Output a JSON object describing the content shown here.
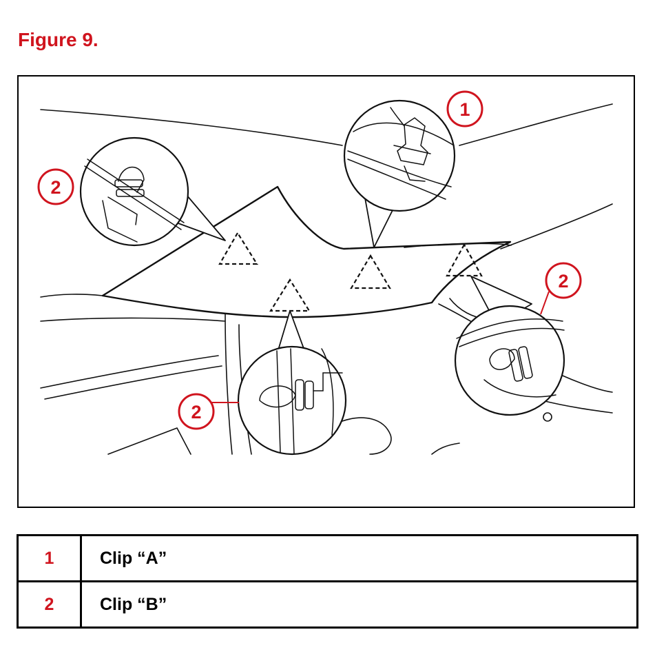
{
  "figure": {
    "title": "Figure 9.",
    "accent_color": "#d0141e",
    "callouts": [
      "1",
      "2",
      "2",
      "2"
    ]
  },
  "legend": {
    "rows": [
      {
        "num": "1",
        "label": "Clip “A”"
      },
      {
        "num": "2",
        "label": "Clip “B”"
      }
    ]
  }
}
